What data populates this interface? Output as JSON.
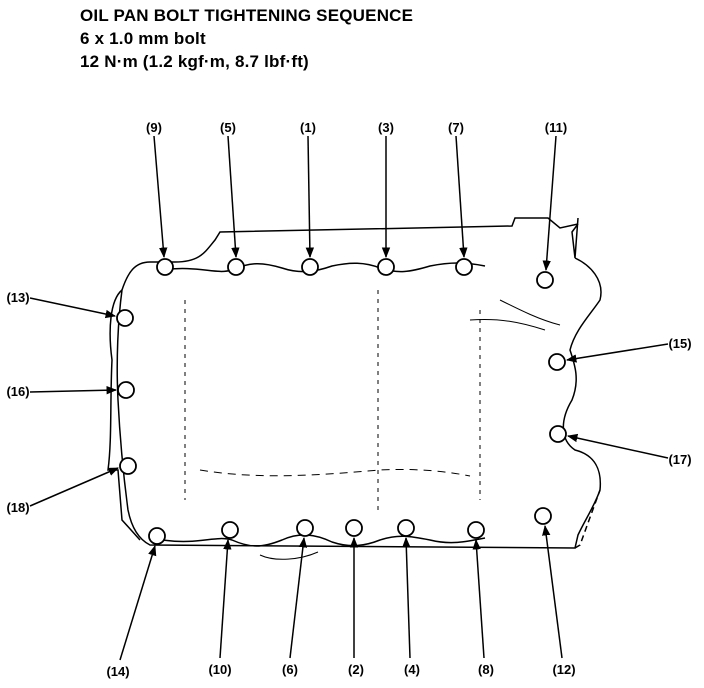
{
  "header": {
    "title": "OIL PAN BOLT TIGHTENING SEQUENCE",
    "bolt_size": "6 x 1.0 mm bolt",
    "torque": "12 N·m (1.2 kgf·m, 8.7 lbf·ft)"
  },
  "bolts": [
    {
      "n": "1",
      "label": "(1)"
    },
    {
      "n": "2",
      "label": "(2)"
    },
    {
      "n": "3",
      "label": "(3)"
    },
    {
      "n": "4",
      "label": "(4)"
    },
    {
      "n": "5",
      "label": "(5)"
    },
    {
      "n": "6",
      "label": "(6)"
    },
    {
      "n": "7",
      "label": "(7)"
    },
    {
      "n": "8",
      "label": "(8)"
    },
    {
      "n": "9",
      "label": "(9)"
    },
    {
      "n": "10",
      "label": "(10)"
    },
    {
      "n": "11",
      "label": "(11)"
    },
    {
      "n": "12",
      "label": "(12)"
    },
    {
      "n": "13",
      "label": "(13)"
    },
    {
      "n": "14",
      "label": "(14)"
    },
    {
      "n": "15",
      "label": "(15)"
    },
    {
      "n": "16",
      "label": "(16)"
    },
    {
      "n": "17",
      "label": "(17)"
    },
    {
      "n": "18",
      "label": "(18)"
    }
  ]
}
